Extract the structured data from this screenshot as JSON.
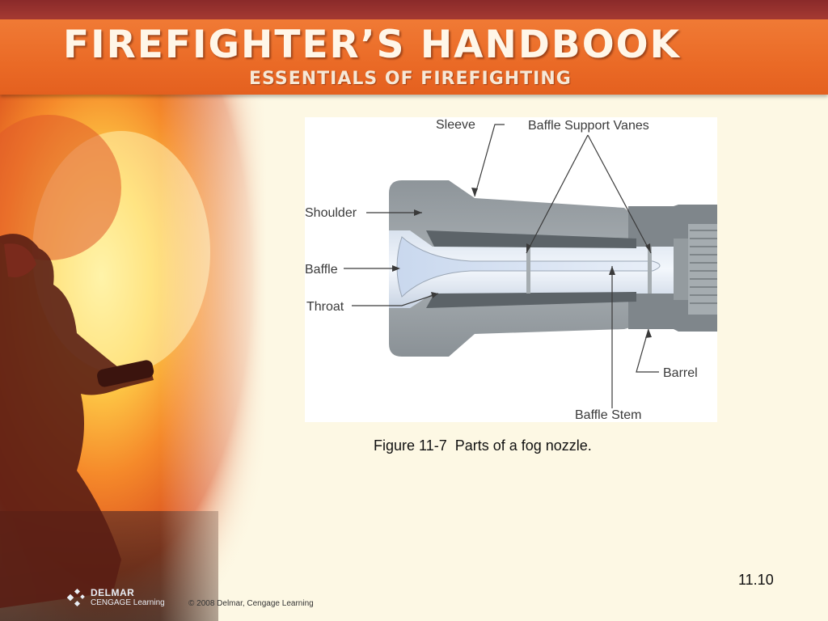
{
  "header": {
    "title": "FIREFIGHTER’S HANDBOOK",
    "subtitle": "ESSENTIALS OF FIREFIGHTING"
  },
  "figure": {
    "labels": {
      "sleeve": "Sleeve",
      "baffle_support_vanes": "Baffle Support Vanes",
      "shoulder": "Shoulder",
      "baffle": "Baffle",
      "throat": "Throat",
      "barrel": "Barrel",
      "baffle_stem": "Baffle Stem"
    },
    "caption": "Figure 11-7  Parts of a fog nozzle."
  },
  "footer": {
    "page_number": "11.10",
    "logo_name": "DELMAR",
    "logo_sub": "CENGAGE Learning",
    "copyright": "© 2008  Delmar, Cengage Learning"
  },
  "colors": {
    "header_orange": "#ea6a26",
    "header_red": "#8a2a2a",
    "background": "#fdf8e4"
  }
}
